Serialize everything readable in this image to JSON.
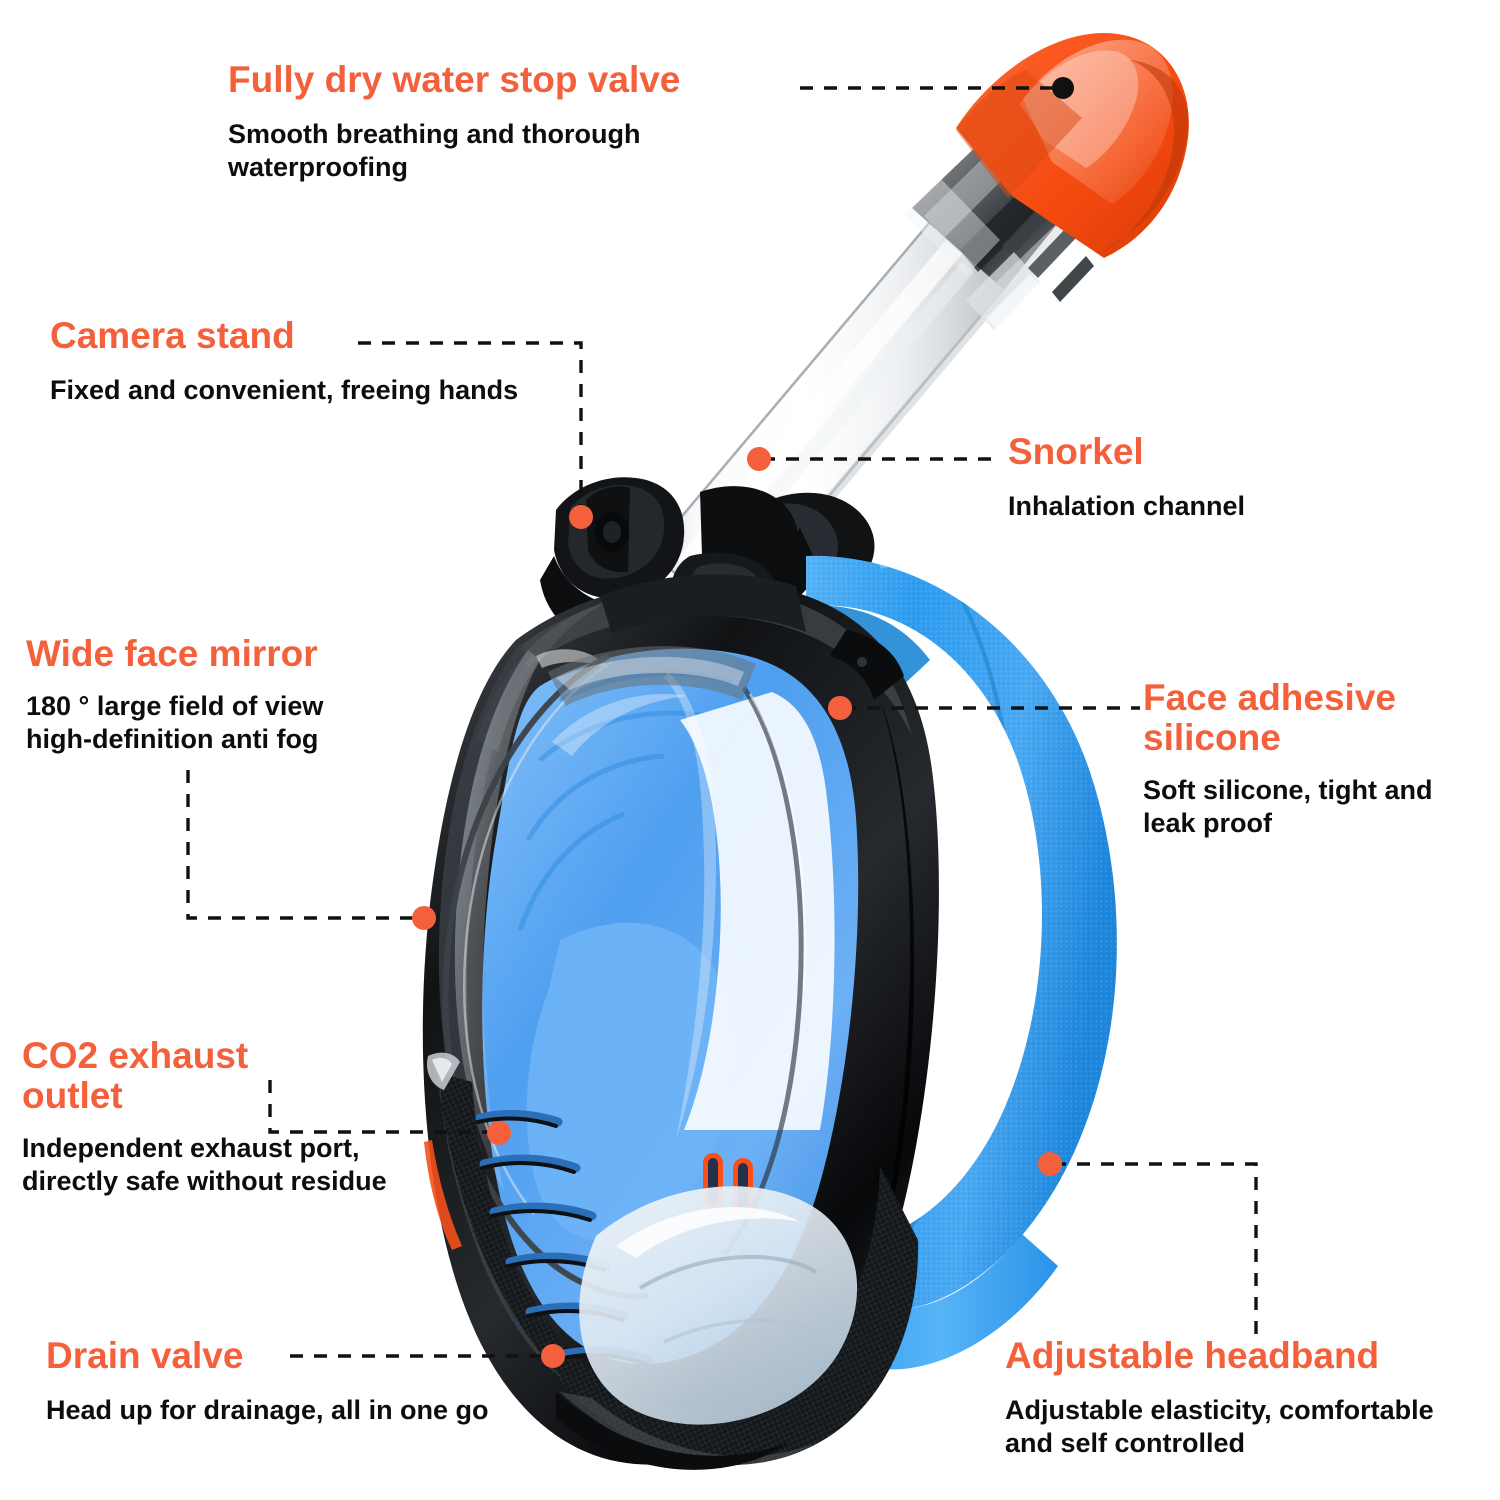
{
  "theme": {
    "accent": "#f4603c",
    "text": "#0d0d0d",
    "background": "#ffffff",
    "strap_blue": "#3aa6f0",
    "strap_blue_dark": "#1b86d6",
    "skirt_blue": "#5ea8f5",
    "frame_black": "#121212",
    "valve_orange": "#fb4f18",
    "dash_line": "#111111"
  },
  "product": {
    "name": "full-face-snorkel-mask",
    "parts": {
      "dry_top_cap": "dry-top-valve-cap",
      "valve_housing": "valve-housing",
      "snorkel_tube": "snorkel-tube",
      "camera_mount": "gopro-camera-mount",
      "lens": "panoramic-lens",
      "frame": "mask-frame",
      "chin_vent": "carbon-fiber-chin-vent",
      "exhaust_slots": "co2-exhaust-slots",
      "drain_valve": "drain-valve",
      "headband": "adjustable-headband"
    }
  },
  "callouts": [
    {
      "id": "dry-valve",
      "title": "Fully dry water stop valve",
      "desc": "Smooth breathing and thorough\nwaterproofing"
    },
    {
      "id": "camera-stand",
      "title": "Camera stand",
      "desc": "Fixed and convenient, freeing hands"
    },
    {
      "id": "snorkel",
      "title": "Snorkel",
      "desc": "Inhalation channel"
    },
    {
      "id": "wide-face-mirror",
      "title": "Wide face mirror",
      "desc": "180 ° large field of view\nhigh-definition anti fog"
    },
    {
      "id": "face-adhesive-silicone",
      "title": "Face adhesive\nsilicone",
      "desc": "Soft silicone, tight and\nleak proof"
    },
    {
      "id": "co2-exhaust-outlet",
      "title": "CO2 exhaust\noutlet",
      "desc": "Independent exhaust port,\ndirectly safe without residue"
    },
    {
      "id": "drain-valve",
      "title": "Drain valve",
      "desc": "Head up for drainage, all in one go"
    },
    {
      "id": "adjustable-headband",
      "title": "Adjustable headband",
      "desc": "Adjustable elasticity, comfortable\nand self controlled"
    }
  ]
}
